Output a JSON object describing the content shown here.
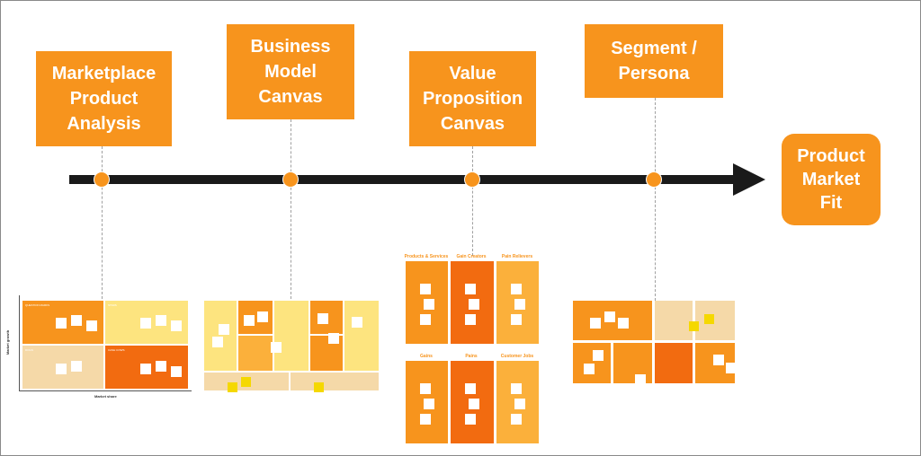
{
  "stages": [
    {
      "id": "marketplace",
      "label": "Marketplace\nProduct\nAnalysis"
    },
    {
      "id": "bmc",
      "label": "Business\nModel\nCanvas"
    },
    {
      "id": "vpc",
      "label": "Value\nProposition\nCanvas"
    },
    {
      "id": "segment",
      "label": "Segment /\nPersona"
    }
  ],
  "goal": {
    "label": "Product\nMarket\nFit"
  },
  "matrix": {
    "x_axis": "Market share",
    "y_axis": "Market growth",
    "quadrants": [
      "QUESTION MARKS",
      "STARS",
      "DOGS",
      "CASH COWS"
    ]
  },
  "value_prop": {
    "top_headers": [
      "Products & Services",
      "Gain Creators",
      "Pain Relievers"
    ],
    "bottom_headers": [
      "Gains",
      "Pains",
      "Customer Jobs"
    ]
  },
  "colors": {
    "stage_orange": "#f7941d",
    "deep_orange": "#f26b10",
    "light_yellow": "#fde47f",
    "amber": "#fbb03b",
    "tan": "#f5d9a8",
    "sticky_yellow": "#f5d800",
    "arrow": "#1a1a1a"
  }
}
